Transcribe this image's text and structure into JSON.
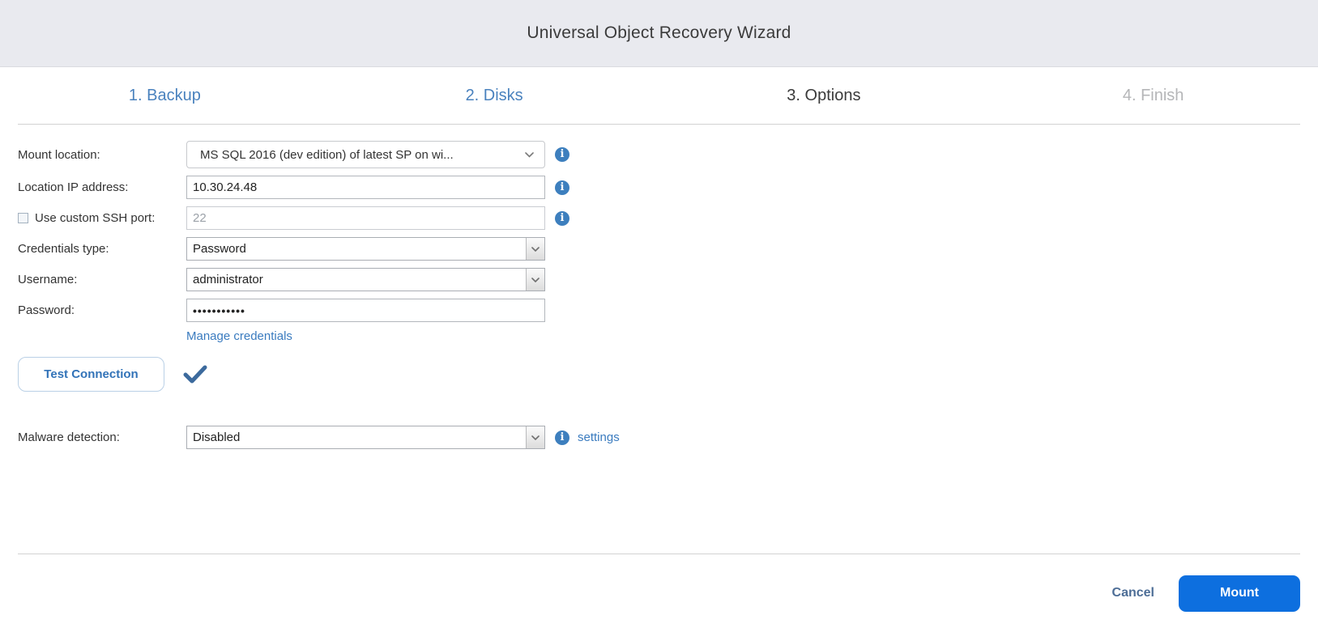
{
  "window": {
    "title": "Universal Object Recovery Wizard"
  },
  "steps": [
    {
      "label": "1. Backup",
      "state": "done"
    },
    {
      "label": "2. Disks",
      "state": "done"
    },
    {
      "label": "3. Options",
      "state": "current"
    },
    {
      "label": "4. Finish",
      "state": "upcoming"
    }
  ],
  "form": {
    "mount_location": {
      "label": "Mount location:",
      "value": "MS SQL 2016 (dev edition) of latest SP on wi..."
    },
    "location_ip": {
      "label": "Location IP address:",
      "value": "10.30.24.48"
    },
    "ssh_port": {
      "label": "Use custom SSH port:",
      "value": "22",
      "checked": false
    },
    "credentials_type": {
      "label": "Credentials type:",
      "value": "Password"
    },
    "username": {
      "label": "Username:",
      "value": "administrator"
    },
    "password": {
      "label": "Password:",
      "value": "•••••••••••"
    },
    "manage_credentials_label": "Manage credentials",
    "test_connection_label": "Test Connection",
    "test_connection_status": "success",
    "malware_detection": {
      "label": "Malware detection:",
      "value": "Disabled",
      "settings_label": "settings"
    }
  },
  "footer": {
    "cancel_label": "Cancel",
    "mount_label": "Mount"
  },
  "icons": {
    "info_glyph": "i",
    "info": "info-icon",
    "dropdown_caret": "chevron-down-icon",
    "test_success": "checkmark-icon"
  },
  "colors": {
    "header_bg": "#e9eaef",
    "step_link": "#4a82be",
    "step_current": "#3a3a3a",
    "step_upcoming": "#b5b6b8",
    "info_icon_bg": "#3d7fbe",
    "link": "#3a7bbf",
    "test_button_text": "#3273b8",
    "checkmark": "#3c6a9d",
    "cancel_text": "#4c6d96",
    "mount_button_bg": "#0d6fdf"
  }
}
